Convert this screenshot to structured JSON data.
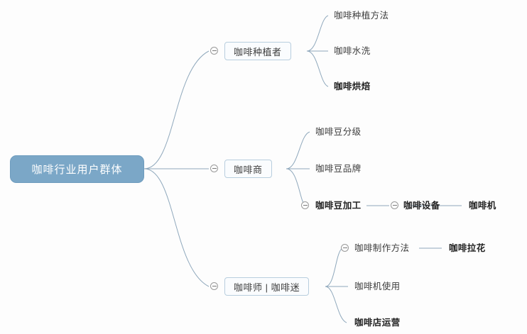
{
  "diagram": {
    "type": "mind-map",
    "title": "咖啡行业用户群体",
    "background_color": "#fdfdfd",
    "root_color": "#7ba7c7",
    "connector_color": "#8fa8bc",
    "node_border_color": "#b8cede",
    "node_fill_color": "#fafcfe"
  },
  "root": {
    "label": "咖啡行业用户群体"
  },
  "branches": [
    {
      "label": "咖啡种植者",
      "toggle": "collapse-minus-icon",
      "children": [
        {
          "label": "咖啡种植方法",
          "bold": false
        },
        {
          "label": "咖啡水洗",
          "bold": false
        },
        {
          "label": "咖啡烘焙",
          "bold": true
        }
      ]
    },
    {
      "label": "咖啡商",
      "toggle": "collapse-minus-icon",
      "children": [
        {
          "label": "咖啡豆分级",
          "bold": false
        },
        {
          "label": "咖啡豆品牌",
          "bold": false
        },
        {
          "label": "咖啡豆加工",
          "bold": true,
          "toggle": "collapse-minus-icon",
          "chain": [
            {
              "label": "咖啡设备",
              "bold": true,
              "toggle": "collapse-minus-icon"
            },
            {
              "label": "咖啡机",
              "bold": true
            }
          ]
        }
      ]
    },
    {
      "label": "咖啡师 | 咖啡迷",
      "toggle": "collapse-minus-icon",
      "children": [
        {
          "label": "咖啡制作方法",
          "bold": false,
          "toggle": "collapse-minus-icon",
          "chain": [
            {
              "label": "咖啡拉花",
              "bold": true
            }
          ]
        },
        {
          "label": "咖啡机使用",
          "bold": false
        },
        {
          "label": "咖啡店运营",
          "bold": true
        }
      ]
    }
  ]
}
